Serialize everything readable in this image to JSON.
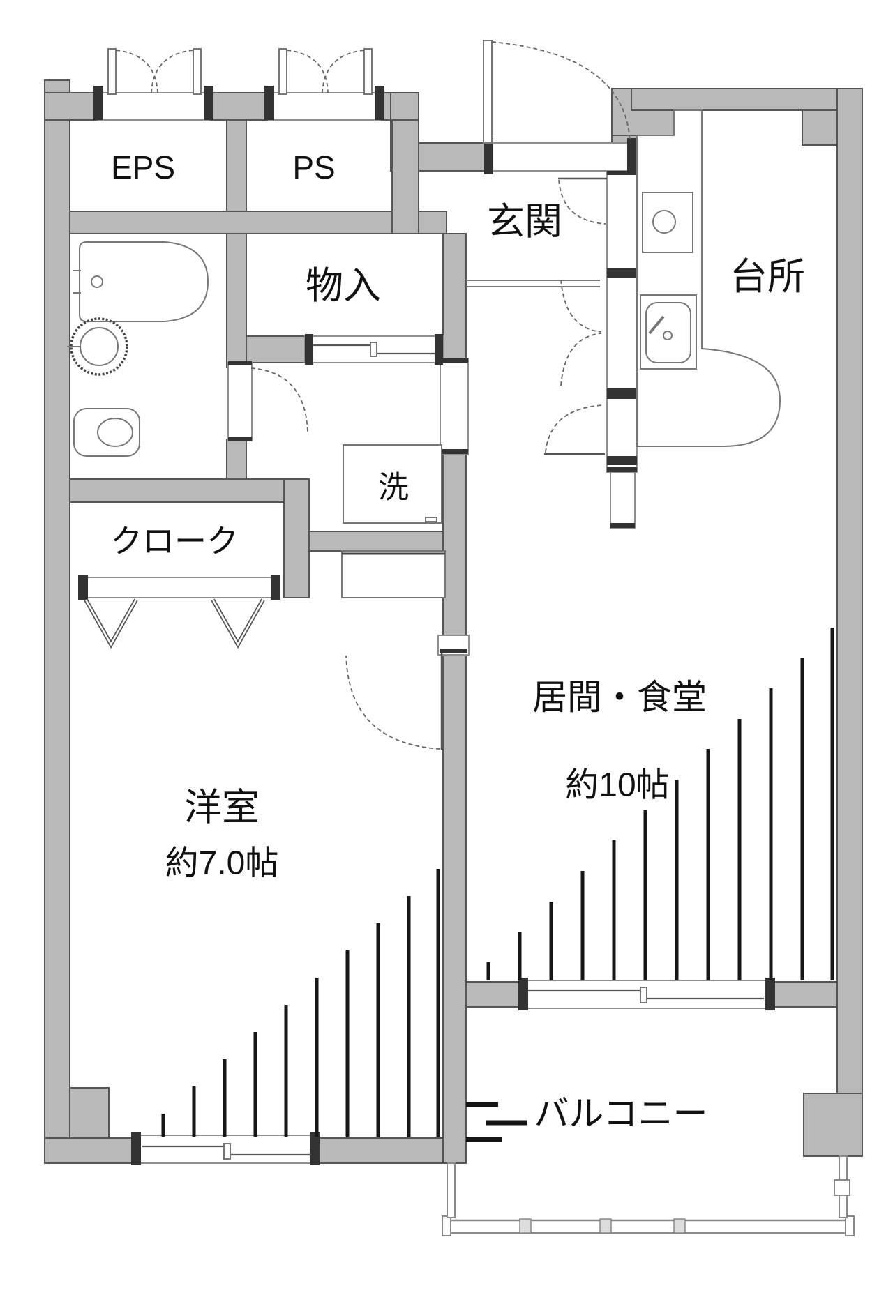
{
  "plan": {
    "type": "apartment-floor-plan",
    "rooms": {
      "eps": {
        "label": "EPS"
      },
      "ps": {
        "label": "PS"
      },
      "genkan": {
        "label": "玄関"
      },
      "kitchen": {
        "label": "台所"
      },
      "storage": {
        "label": "物入"
      },
      "laundry": {
        "label": "洗"
      },
      "cloak": {
        "label": "クローク"
      },
      "western_room": {
        "label": "洋室",
        "area": "約7.0帖"
      },
      "living_dining": {
        "label": "居間・食堂",
        "area": "約10帖"
      },
      "balcony": {
        "label": "バルコニー"
      }
    }
  },
  "colors": {
    "wall_fill": "#b9b9b9",
    "wall_outline": "#555555",
    "fixture_line": "#777777",
    "frame_dark": "#333333",
    "text_color": "#111111",
    "hatch_color": "#161616",
    "railing_color": "#8a8a8a",
    "bg_color": "#ffffff"
  }
}
